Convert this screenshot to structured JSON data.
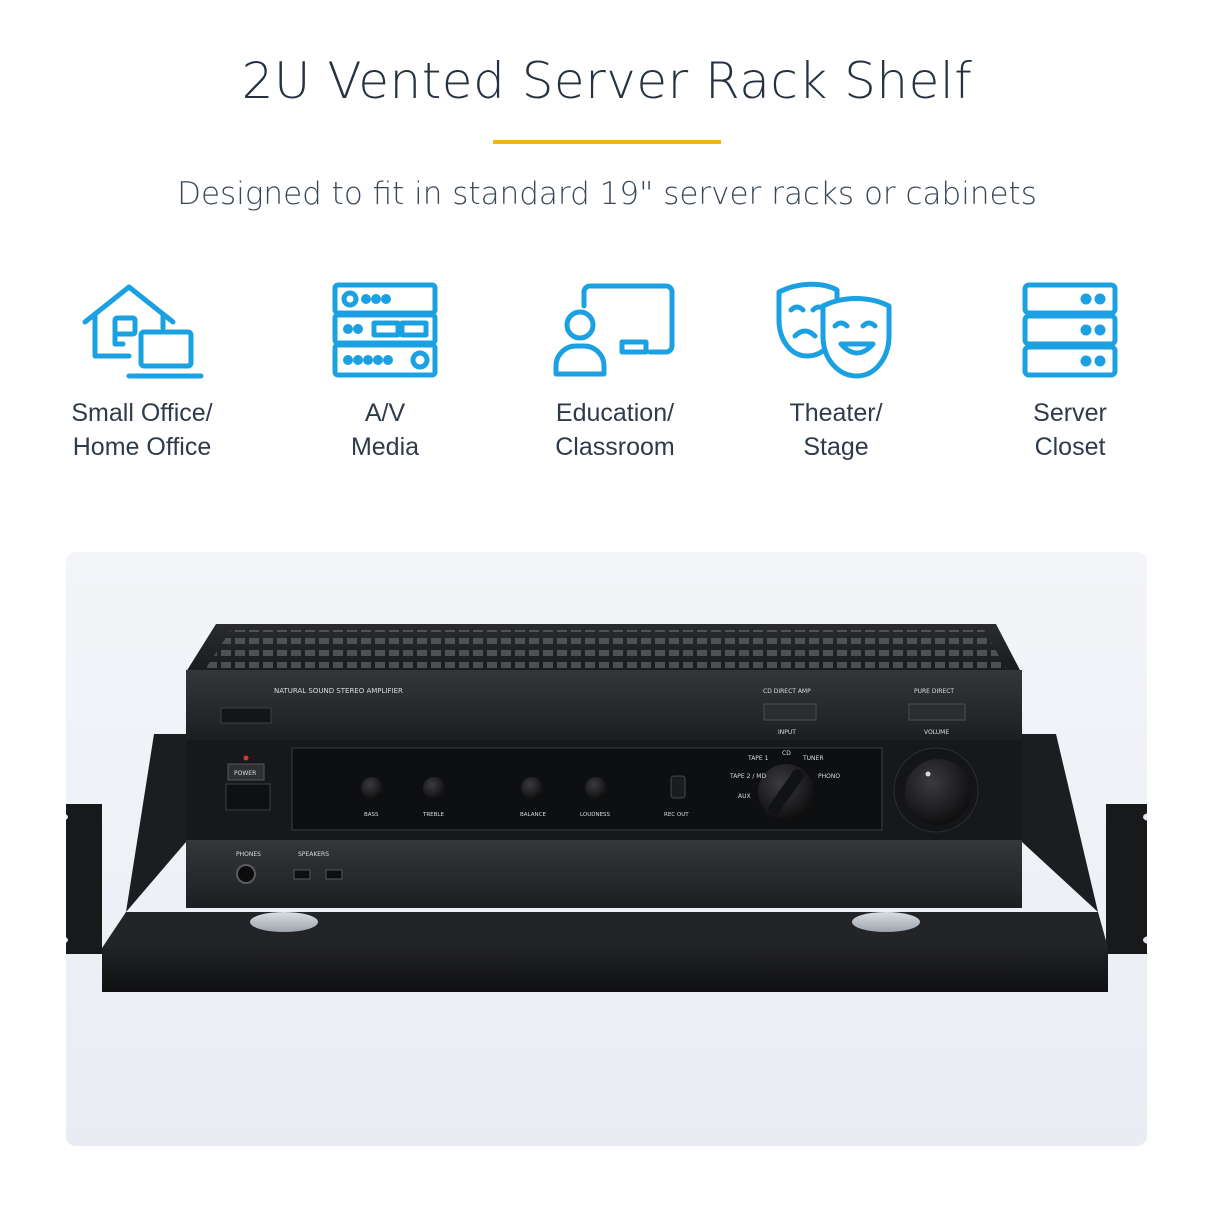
{
  "header": {
    "title": "2U Vented Server Rack Shelf",
    "subtitle": "Designed to fit in standard 19\" server racks or cabinets",
    "accent_color": "#f2b31b"
  },
  "features": [
    {
      "icon": "home-office-icon",
      "line1": "Small Office/",
      "line2": "Home Office"
    },
    {
      "icon": "av-media-icon",
      "line1": "A/V",
      "line2": "Media"
    },
    {
      "icon": "classroom-icon",
      "line1": "Education/",
      "line2": "Classroom"
    },
    {
      "icon": "theater-masks-icon",
      "line1": "Theater/",
      "line2": "Stage"
    },
    {
      "icon": "server-closet-icon",
      "line1": "Server",
      "line2": "Closet"
    }
  ],
  "icon_color": "#1ba1e2",
  "photo": {
    "subject": "rack-shelf-with-amplifier",
    "labels": {
      "brand_line": "NATURAL SOUND  STEREO AMPLIFIER",
      "cd_direct": "CD DIRECT AMP",
      "input": "INPUT",
      "pure_direct": "PURE DIRECT",
      "volume": "VOLUME",
      "power": "POWER",
      "phones": "PHONES",
      "speakers": "SPEAKERS",
      "bass": "BASS",
      "treble": "TREBLE",
      "balance": "BALANCE",
      "loudness": "LOUDNESS",
      "rec_out": "REC OUT",
      "cd": "CD",
      "tuner": "TUNER",
      "phono": "PHONO",
      "tape1": "TAPE 1",
      "tape2": "TAPE 2 / MD",
      "aux": "AUX"
    }
  }
}
